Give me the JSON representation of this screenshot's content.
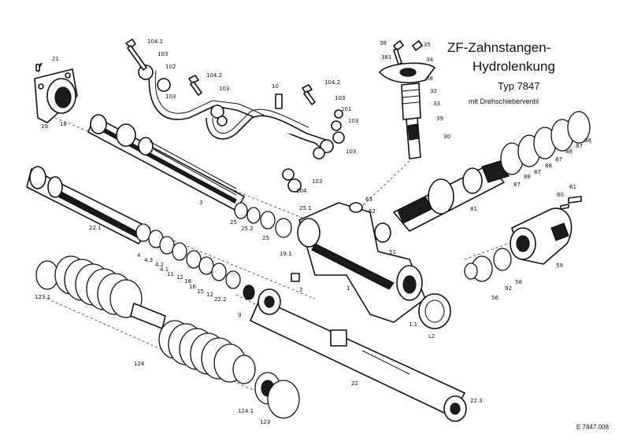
{
  "title": {
    "line1": "ZF-Zahnstangen-",
    "line2": "Hydrolenkung",
    "type": "Typ 7847",
    "subtitle": "mit  Drehschieberventil"
  },
  "doc_number": "E 7847.008",
  "part_labels": [
    "21",
    "18",
    "19",
    "104.1",
    "103",
    "102",
    "103",
    "104.2",
    "103",
    "10",
    "104.2",
    "103",
    "101",
    "103",
    "103",
    "103",
    "104",
    "38",
    "35",
    "381",
    "34",
    "38",
    "32",
    "33",
    "39",
    "30",
    "3",
    "22.1",
    "63",
    "62",
    "25.1",
    "25",
    "25.2",
    "25",
    "19.1",
    "51",
    "81",
    "61",
    "60",
    "87",
    "88",
    "87",
    "88",
    "87",
    "88",
    "87",
    "88",
    "4",
    "4.3",
    "4.2",
    "4.1",
    "11",
    "12",
    "18",
    "16",
    "15",
    "12",
    "22.2",
    "9",
    "2",
    "1",
    "1.1",
    "L2",
    "59",
    "58",
    "56",
    "92",
    "123.1",
    "124",
    "22",
    "22.3",
    "124.1",
    "123"
  ]
}
